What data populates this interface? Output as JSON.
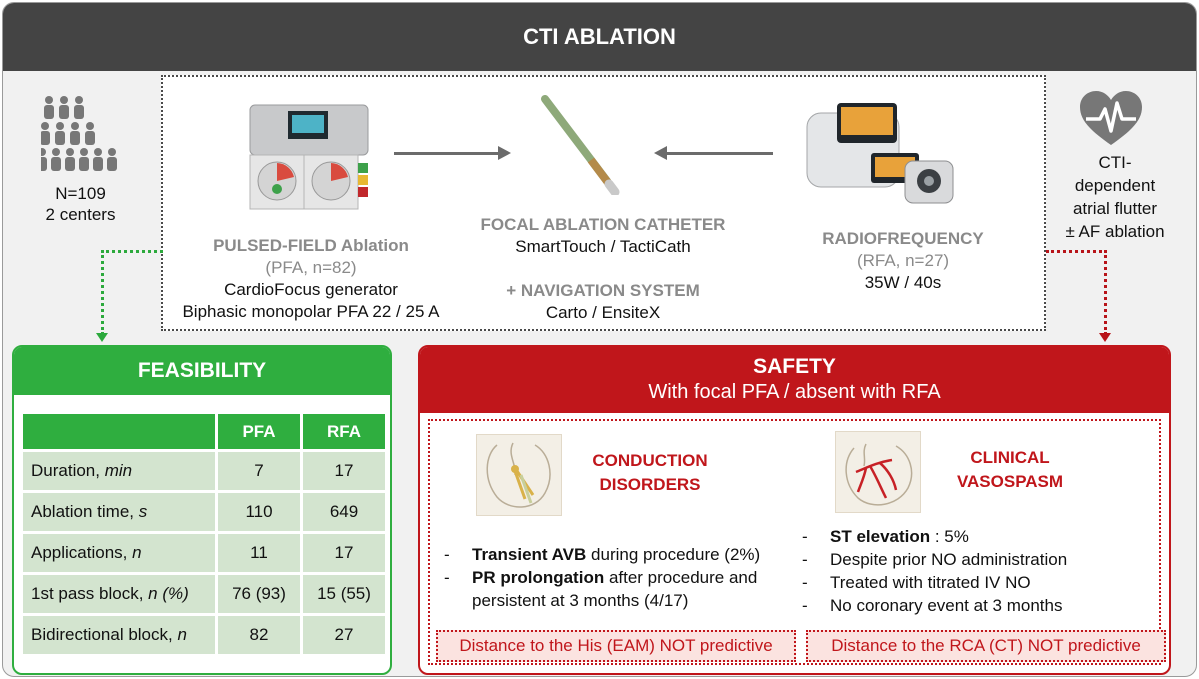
{
  "header": {
    "title": "CTI ABLATION"
  },
  "population": {
    "icon": "people-group-icon",
    "n": "N=109",
    "centers": "2 centers"
  },
  "indication": {
    "icon": "heart-rhythm-icon",
    "line1": "CTI-",
    "line2": "dependent",
    "line3": "atrial flutter",
    "line4": "± AF ablation"
  },
  "pfa": {
    "title_bold": "PULSED-FIELD",
    "title_rest": " Ablation",
    "sub": "(PFA, n=82)",
    "generator": "CardioFocus generator",
    "protocol": "Biphasic monopolar PFA 22 / 25 A"
  },
  "catheter": {
    "title": "FOCAL ABLATION CATHETER",
    "models": "SmartTouch / TactiCath",
    "nav_title": "+ NAVIGATION SYSTEM",
    "nav_models": "Carto / EnsiteX"
  },
  "rf": {
    "title": "RADIOFREQUENCY",
    "sub": "(RFA, n=27)",
    "params": "35W / 40s"
  },
  "feasibility": {
    "title": "FEASIBILITY",
    "columns": [
      "PFA",
      "RFA"
    ],
    "rows": [
      {
        "label": "Duration, ",
        "unit": "min",
        "pfa": "7",
        "rfa": "17"
      },
      {
        "label": "Ablation time, ",
        "unit": "s",
        "pfa": "110",
        "rfa": "649"
      },
      {
        "label": "Applications, ",
        "unit": "n",
        "pfa": "11",
        "rfa": "17"
      },
      {
        "label": "1st pass block, ",
        "unit": "n (%)",
        "pfa": "76 (93)",
        "rfa": "15 (55)"
      },
      {
        "label": "Bidirectional block, ",
        "unit": "n",
        "pfa": "82",
        "rfa": "27"
      }
    ]
  },
  "safety": {
    "title": "SAFETY",
    "subtitle": "With focal PFA / absent with RFA",
    "conduction": {
      "title_line1": "CONDUCTION",
      "title_line2": "DISORDERS",
      "item1_bold": "Transient AVB",
      "item1_rest": " during procedure (2%)",
      "item2_bold": "PR prolongation",
      "item2_rest": " after procedure and persistent at 3 months (4/17)",
      "note": "Distance to the His (EAM) NOT predictive"
    },
    "vasospasm": {
      "title_line1": "CLINICAL",
      "title_line2": "VASOSPASM",
      "item1_bold": "ST elevation",
      "item1_rest": " : 5%",
      "item2": "Despite prior NO administration",
      "item3": "Treated with titrated IV NO",
      "item4": "No coronary event at 3 months",
      "note": "Distance to the RCA (CT) NOT predictive"
    }
  },
  "colors": {
    "header": "#444444",
    "feasibility": "#2fae3f",
    "safety": "#c0161b",
    "table_cell": "#d3e4cf"
  }
}
